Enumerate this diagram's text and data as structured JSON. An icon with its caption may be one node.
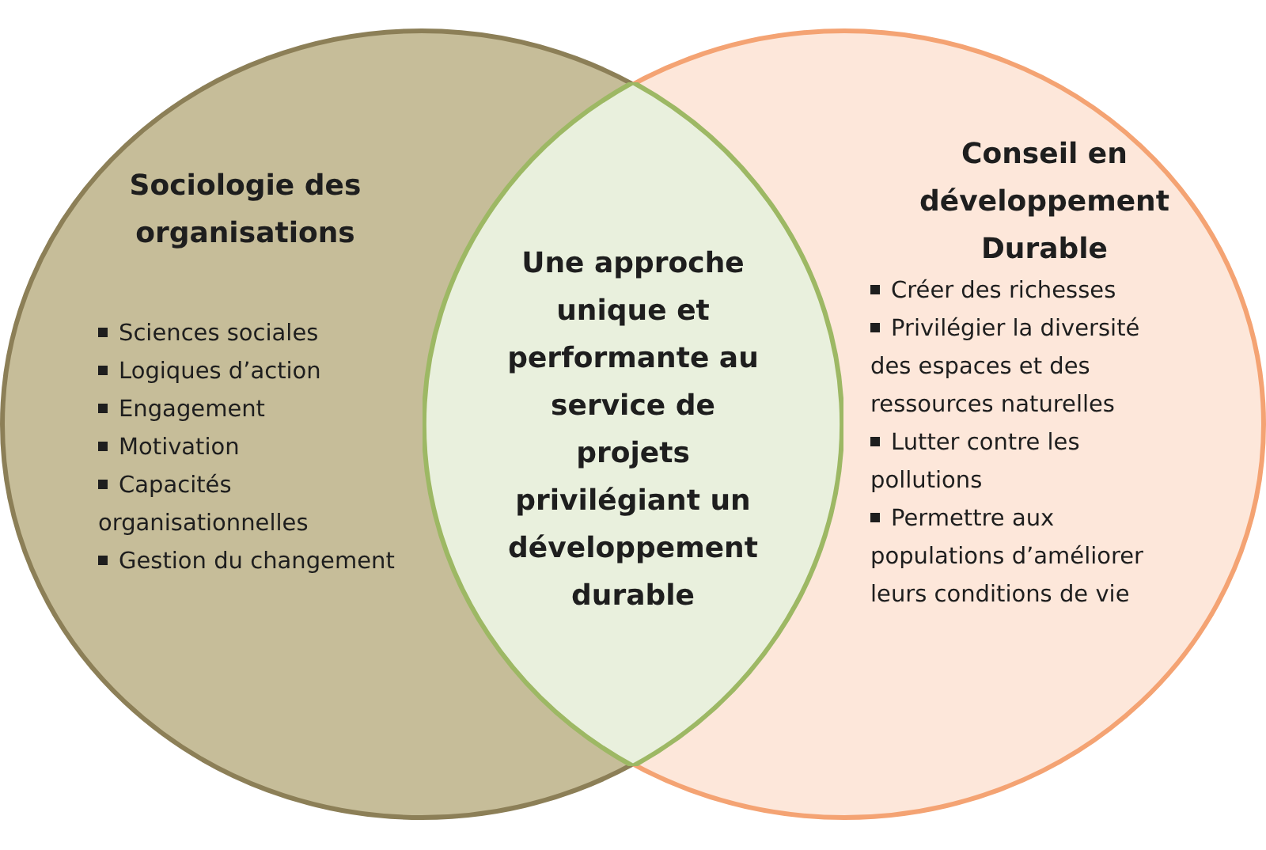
{
  "diagram": {
    "nodes": [
      {
        "text": [
          "Sociologie des organisations",
          "Sciences sociales",
          "Logiques d’action",
          "Engagement",
          "Motivation",
          "Capacités organisationnelles",
          "Gestion du changement"
        ]
      },
      {
        "text": [
          "Conseil en développement Durable",
          "Créer des richesses",
          "Privilégier la diversité des espaces et des ressources naturelles",
          "Lutter contre les pollutions",
          "Permettre aux populations d’améliorer leurs conditions de vie"
        ]
      },
      {
        "text": [
          "Une approche unique et performante au service de projets privilégiant un développement durable"
        ]
      }
    ]
  }
}
